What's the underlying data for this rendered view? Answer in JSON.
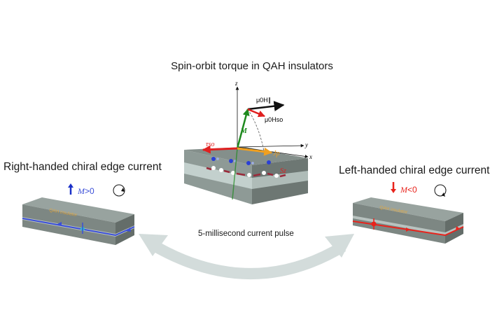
{
  "title": "Spin-orbit torque in QAH insulators",
  "left_panel": {
    "title": "Right-handed chiral edge current",
    "magnetization_label": "M>0",
    "magnetization_symbol": "M",
    "magnetization_relation": ">0",
    "arrow_direction": "up",
    "rotation": "clockwise",
    "edge_color": "#3b4fd8",
    "layer_label": "QAH insulator"
  },
  "right_panel": {
    "title": "Left-handed chiral edge current",
    "magnetization_label": "M<0",
    "magnetization_symbol": "M",
    "magnetization_relation": "<0",
    "arrow_direction": "down",
    "rotation": "clockwise",
    "edge_color": "#e8231c",
    "layer_label": "QAH insulator"
  },
  "center": {
    "axes": {
      "z": "z",
      "y": "y",
      "x": "x"
    },
    "vectors": {
      "M": "M",
      "H_parallel": "μ0H∥",
      "H_so": "μ0Hso",
      "tau_so": "τso",
      "J_p": "Jp",
      "S_z": "Sz"
    }
  },
  "pulse_label": "5-millisecond current pulse",
  "colors": {
    "M_vector": "#1f8a1f",
    "H_so": "#e02020",
    "tau_so": "#e02020",
    "current": "#f0a020",
    "arc_arrow": "#d3dcdb",
    "slab_top": "#8d9894",
    "slab_side": "#707a76"
  }
}
